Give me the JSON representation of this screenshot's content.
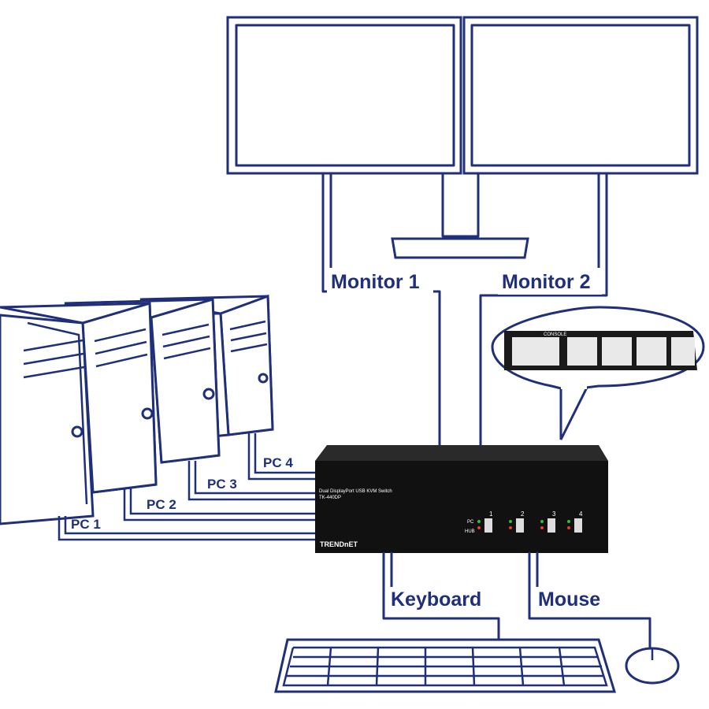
{
  "labels": {
    "monitor1": "Monitor 1",
    "monitor2": "Monitor 2",
    "pc1": "PC 1",
    "pc2": "PC 2",
    "pc3": "PC 3",
    "pc4": "PC 4",
    "keyboard": "Keyboard",
    "mouse": "Mouse"
  },
  "device": {
    "title": "Dual DisplayPort USB KVM Switch",
    "model": "TK-440DP",
    "brand": "TRENDnET",
    "pc_label": "PC",
    "hub_label": "HUB",
    "ports": [
      "1",
      "2",
      "3",
      "4"
    ],
    "console_label": "CONSOLE"
  },
  "colors": {
    "line": "#1f2f7a",
    "device": "#111111",
    "background": "#ffffff"
  }
}
